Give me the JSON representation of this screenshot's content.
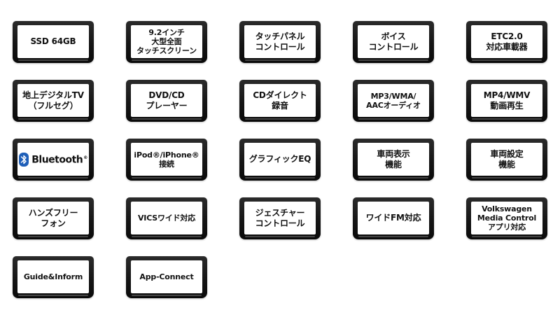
{
  "features": [
    {
      "id": "ssd",
      "label": "SSD 64GB"
    },
    {
      "id": "screen",
      "label": "9.2インチ\n大型全面\nタッチスクリーン"
    },
    {
      "id": "touchpanel",
      "label": "タッチパネル\nコントロール"
    },
    {
      "id": "voice",
      "label": "ボイス\nコントロール"
    },
    {
      "id": "etc",
      "label": "ETC2.0\n対応車載器"
    },
    {
      "id": "tv",
      "label": "地上デジタルTV\n（フルセグ）"
    },
    {
      "id": "dvd",
      "label": "DVD/CD\nプレーヤー"
    },
    {
      "id": "cdrec",
      "label": "CDダイレクト\n録音"
    },
    {
      "id": "mp3",
      "label": "MP3/WMA/\nAACオーディオ"
    },
    {
      "id": "mp4",
      "label": "MP4/WMV\n動画再生"
    },
    {
      "id": "bluetooth",
      "label": "Bluetooth",
      "reg": "®",
      "icon": "bluetooth-icon",
      "icon_color": "#1f5fb8"
    },
    {
      "id": "ipod",
      "label": "iPod®/iPhone®\n接続"
    },
    {
      "id": "eq",
      "label": "グラフィックEQ"
    },
    {
      "id": "vehicle-display",
      "label": "車両表示\n機能"
    },
    {
      "id": "vehicle-settings",
      "label": "車両設定\n機能"
    },
    {
      "id": "handsfree",
      "label": "ハンズフリー\nフォン"
    },
    {
      "id": "vics",
      "label": "VICSワイド対応"
    },
    {
      "id": "gesture",
      "label": "ジェスチャー\nコントロール"
    },
    {
      "id": "widefm",
      "label": "ワイドFM対応"
    },
    {
      "id": "vwmedia",
      "label": "Volkswagen\nMedia Control\nアプリ対応"
    },
    {
      "id": "guide",
      "label": "Guide&Inform"
    },
    {
      "id": "appconnect",
      "label": "App-Connect"
    }
  ]
}
